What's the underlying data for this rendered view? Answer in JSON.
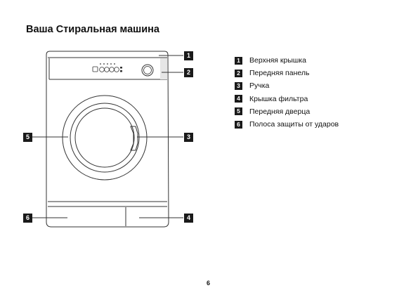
{
  "title": "Ваша Стиральная машина",
  "callouts": {
    "top_cover": "1",
    "front_panel": "2",
    "handle": "3",
    "filter_cover": "4",
    "front_door": "5",
    "bumper_strip": "6"
  },
  "legend": [
    {
      "num": "1",
      "label": "Верхняя крышка"
    },
    {
      "num": "2",
      "label": "Передняя панель"
    },
    {
      "num": "3",
      "label": "Ручка"
    },
    {
      "num": "4",
      "label": "Крышка фильтра"
    },
    {
      "num": "5",
      "label": "Передняя дверца"
    },
    {
      "num": "6",
      "label": "Полоса защиты от ударов"
    }
  ],
  "page_number": "6"
}
